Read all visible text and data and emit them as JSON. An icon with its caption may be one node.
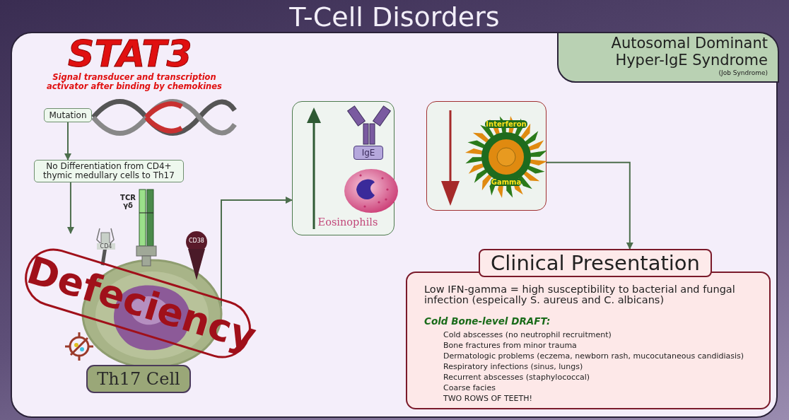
{
  "diagram": {
    "title": "T-Cell Disorders",
    "nodes": [
      {
        "text": [
          "Autosomal Dominant Hyper-IgE Syndrome",
          "(Job Syndrome)"
        ]
      },
      {
        "text": [
          "Mutation"
        ],
        "in": 0
      },
      {
        "text": [
          "No Differentiation from CD4+ thymic medullary cells to Th17"
        ],
        "in": 0
      },
      {
        "text": [
          "Th17 Cell"
        ],
        "in": 0
      },
      {
        "text": [
          "IgE",
          "Eosinophils"
        ],
        "in": 0
      },
      {
        "text": [
          "Interferon",
          "Gamma"
        ],
        "in": 0
      },
      {
        "in": 0,
        "text": [
          "Clinical Presentation",
          "Low IFN-gamma = high susceptibility to bacterial and fungal infection (espeically S. aureus and C. albicans)",
          "Cold Bone-level DRAFT:",
          "Cold abscesses (no neutrophil recruitment)",
          "Bone fractures from minor trauma",
          "Dermatologic problems (eczema, newborn rash, mucocutaneous candidiasis)",
          "Respiratory infections (sinus, lungs)",
          "Recurrent abscesses (staphylococcal)",
          "Coarse facies",
          "TWO ROWS OF TEETH!"
        ]
      }
    ],
    "edges": [
      {
        "from": 1,
        "to": 2,
        "arrow": "to"
      },
      {
        "from": 2,
        "to": 3,
        "arrow": "to"
      },
      {
        "from": 3,
        "to": 4,
        "arrow": "to"
      },
      {
        "from": 5,
        "to": 6,
        "arrow": "to"
      }
    ],
    "labels": [
      "STAT3",
      "Signal transducer and transcription activator after binding by chemokines",
      "CD4",
      "TCR γδ",
      "CD38",
      "Defeciency"
    ]
  }
}
